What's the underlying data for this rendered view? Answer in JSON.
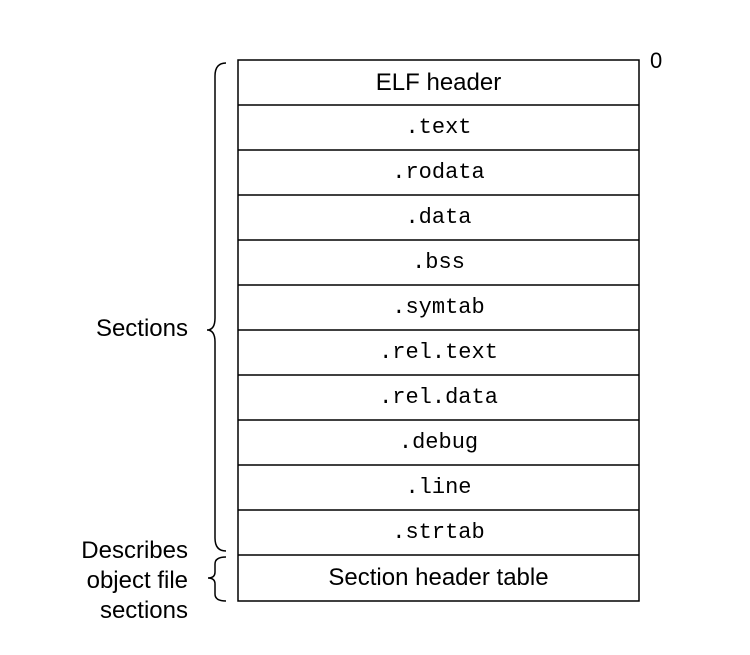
{
  "offset_label": "0",
  "rows": [
    {
      "text": "ELF header",
      "style": "sans"
    },
    {
      "text": ".text",
      "style": "mono"
    },
    {
      "text": ".rodata",
      "style": "mono"
    },
    {
      "text": ".data",
      "style": "mono"
    },
    {
      "text": ".bss",
      "style": "mono"
    },
    {
      "text": ".symtab",
      "style": "mono"
    },
    {
      "text": ".rel.text",
      "style": "mono"
    },
    {
      "text": ".rel.data",
      "style": "mono"
    },
    {
      "text": ".debug",
      "style": "mono"
    },
    {
      "text": ".line",
      "style": "mono"
    },
    {
      "text": ".strtab",
      "style": "mono"
    },
    {
      "text": "Section header table",
      "style": "sans"
    }
  ],
  "brace_labels": {
    "sections": "Sections",
    "describes": [
      "Describes",
      "object file",
      "sections"
    ]
  },
  "colors": {
    "line": "#000000",
    "background": "#ffffff"
  }
}
